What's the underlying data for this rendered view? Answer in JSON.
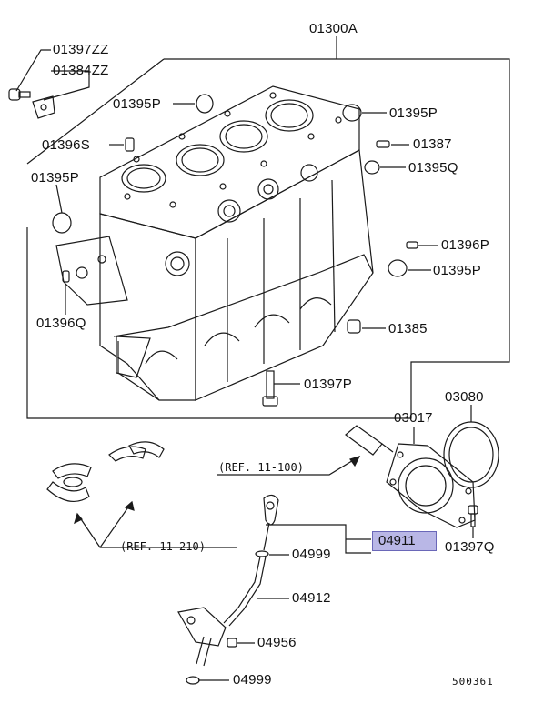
{
  "block_label": "01300A",
  "labels": {
    "p01397ZZ": "01397ZZ",
    "p01384ZZ": "01384ZZ",
    "p01395P_a": "01395P",
    "p01395P_b": "01395P",
    "p01396S": "01396S",
    "p01387": "01387",
    "p01395Q": "01395Q",
    "p01395P_c": "01395P",
    "p01396P": "01396P",
    "p01395P_d": "01395P",
    "p01396Q": "01396Q",
    "p01385": "01385",
    "p01397P": "01397P",
    "p03080": "03080",
    "p03017": "03017",
    "p04911": "04911",
    "p01397Q": "01397Q",
    "p04999_a": "04999",
    "p04912": "04912",
    "p04956": "04956",
    "p04999_b": "04999"
  },
  "refs": {
    "ref_11_100": "(REF. 11-100)",
    "ref_11_210": "(REF. 11-210)"
  },
  "diagram_number": "500361",
  "colors": {
    "line": "#1a1a1a",
    "highlight_fill": "#b9b7e6",
    "highlight_border": "#6a67b8"
  }
}
